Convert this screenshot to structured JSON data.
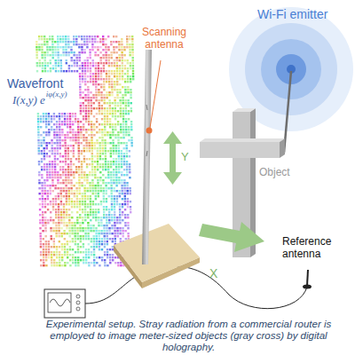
{
  "diagram": {
    "caption": "Experimental setup. Stray radiation from a commercial router is employed to image meter-sized objects (gray cross) by digital holography.",
    "labels": [
      "Wi-Fi emitter",
      "Scanning antenna",
      "Wavefront",
      "I(x,y) e",
      "iφ(x,y)",
      "Y",
      "Object",
      "Reference antenna",
      "X"
    ]
  }
}
